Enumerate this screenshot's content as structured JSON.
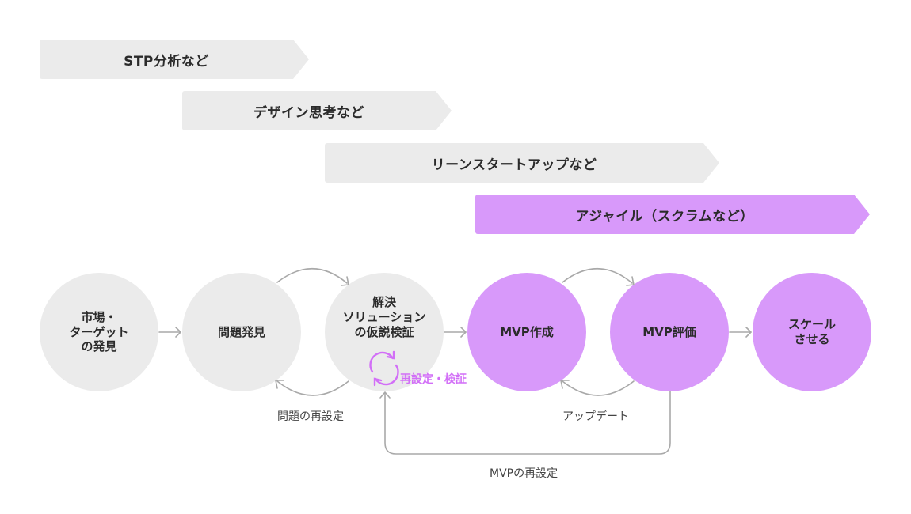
{
  "colors": {
    "gray_fill": "#ebebeb",
    "purple_fill": "#d899fa",
    "arrow": "#a9a9a9",
    "accent_text": "#d26ff7",
    "text": "#2b2b2b"
  },
  "banners": [
    {
      "label": "STP分析など",
      "style": "gray"
    },
    {
      "label": "デザイン思考など",
      "style": "gray"
    },
    {
      "label": "リーンスタートアップなど",
      "style": "gray"
    },
    {
      "label": "アジャイル（スクラムなど）",
      "style": "purple"
    }
  ],
  "nodes": [
    {
      "label": "市場・\nターゲット\nの発見",
      "style": "gray"
    },
    {
      "label": "問題発見",
      "style": "gray"
    },
    {
      "label": "解決\nソリューション\nの仮説検証",
      "style": "gray"
    },
    {
      "label": "MVP作成",
      "style": "purple"
    },
    {
      "label": "MVP評価",
      "style": "purple"
    },
    {
      "label": "スケール\nさせる",
      "style": "purple"
    }
  ],
  "reset_icon": "cycle-arrows-icon",
  "reset_label": "再設定・検証",
  "notes": {
    "problem_reset": "問題の再設定",
    "update": "アップデート",
    "mvp_reset": "MVPの再設定"
  }
}
